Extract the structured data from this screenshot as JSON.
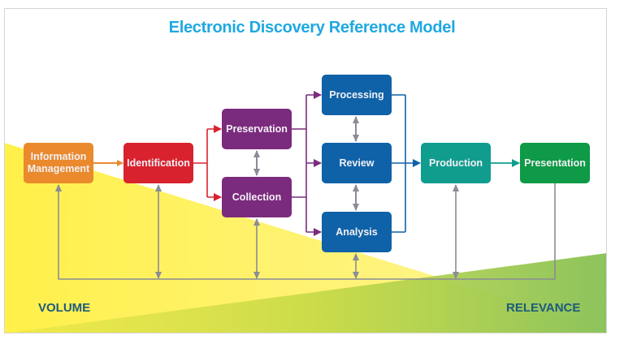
{
  "title": "Electronic Discovery Reference Model",
  "stages": [
    {
      "id": "information-management",
      "label": "Information Management",
      "color": "#ea8a2d"
    },
    {
      "id": "identification",
      "label": "Identification",
      "color": "#d8232f"
    },
    {
      "id": "preservation",
      "label": "Preservation",
      "color": "#7b2b7d"
    },
    {
      "id": "collection",
      "label": "Collection",
      "color": "#7b2b7d"
    },
    {
      "id": "processing",
      "label": "Processing",
      "color": "#0f62a8"
    },
    {
      "id": "review",
      "label": "Review",
      "color": "#0f62a8"
    },
    {
      "id": "analysis",
      "label": "Analysis",
      "color": "#0f62a8"
    },
    {
      "id": "production",
      "label": "Production",
      "color": "#109d8e"
    },
    {
      "id": "presentation",
      "label": "Presentation",
      "color": "#0e9a46"
    }
  ],
  "axes": {
    "volume_label": "VOLUME",
    "relevance_label": "RELEVANCE"
  },
  "colors": {
    "title": "#1fa8e1",
    "volume_fill": "#fff35a",
    "relevance_fill": "#93c56a",
    "feedback_line": "#8a8c96",
    "axis_text": "#1d5a7c"
  }
}
